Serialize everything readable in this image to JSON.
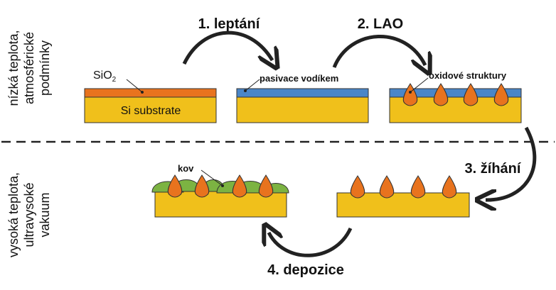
{
  "side_labels": {
    "top_line1": "nízká teplota,",
    "top_line2": "atmosférické",
    "top_line3": "podmínky",
    "bottom_line1": "vysoká teplota,",
    "bottom_line2": "ultravysoké",
    "bottom_line3": "vakuum"
  },
  "steps": {
    "step1": "1. leptání",
    "step2": "2. LAO",
    "step3": "3. žíhání",
    "step4": "4. depozice"
  },
  "labels": {
    "sio2_base": "SiO",
    "sio2_sub": "2",
    "si_substrate": "Si substrate",
    "passivation": "pasivace vodíkem",
    "oxide": "oxidové struktury",
    "metal": "kov"
  },
  "colors": {
    "silicon": "#f0c01b",
    "oxide_layer": "#e8731e",
    "hydrogen_layer": "#4a86c8",
    "metal": "#7cb342",
    "outline": "#333333"
  }
}
